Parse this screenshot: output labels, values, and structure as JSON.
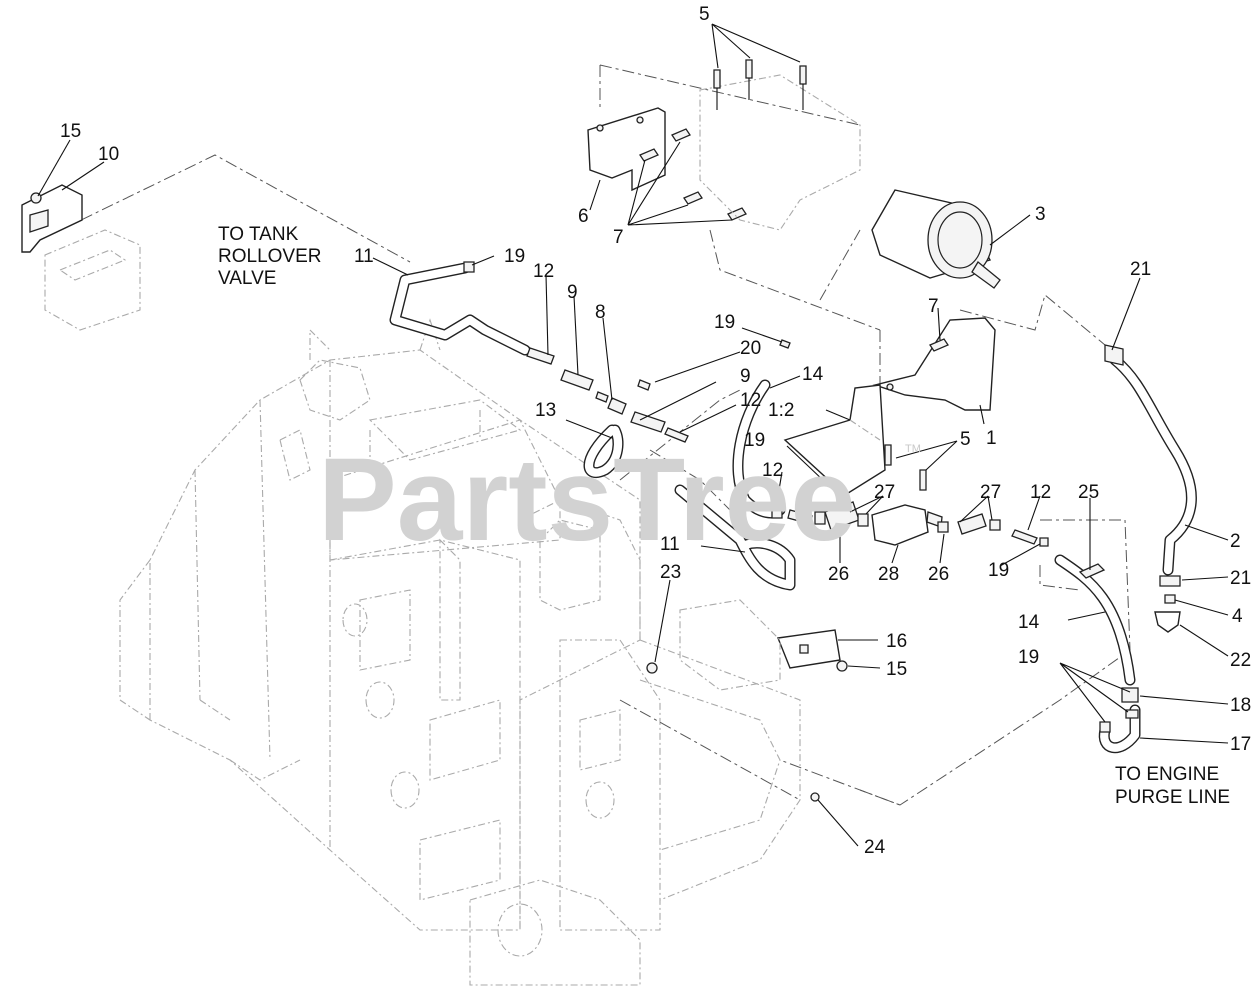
{
  "watermark": {
    "text": "PartsTree",
    "tm": "TM"
  },
  "notes": {
    "tank_rollover": [
      "TO TANK",
      "ROLLOVER",
      "VALVE"
    ],
    "engine_purge": [
      "TO ENGINE",
      "PURGE LINE"
    ]
  },
  "callouts": [
    {
      "id": "c5top",
      "text": "5"
    },
    {
      "id": "c15a",
      "text": "15"
    },
    {
      "id": "c10",
      "text": "10"
    },
    {
      "id": "c6",
      "text": "6"
    },
    {
      "id": "c7a",
      "text": "7"
    },
    {
      "id": "c3",
      "text": "3"
    },
    {
      "id": "c11a",
      "text": "11"
    },
    {
      "id": "c19a",
      "text": "19"
    },
    {
      "id": "c12a",
      "text": "12"
    },
    {
      "id": "c9a",
      "text": "9"
    },
    {
      "id": "c8",
      "text": "8"
    },
    {
      "id": "c21a",
      "text": "21"
    },
    {
      "id": "c7b",
      "text": "7"
    },
    {
      "id": "c19b",
      "text": "19"
    },
    {
      "id": "c20",
      "text": "20"
    },
    {
      "id": "c14a",
      "text": "14"
    },
    {
      "id": "c9b",
      "text": "9"
    },
    {
      "id": "c13",
      "text": "13"
    },
    {
      "id": "c12b",
      "text": "12"
    },
    {
      "id": "c1_2",
      "text": "1:2"
    },
    {
      "id": "c1",
      "text": "1"
    },
    {
      "id": "c19c",
      "text": "19"
    },
    {
      "id": "c5b",
      "text": "5"
    },
    {
      "id": "c12c",
      "text": "12"
    },
    {
      "id": "c27a",
      "text": "27"
    },
    {
      "id": "c27b",
      "text": "27"
    },
    {
      "id": "c12d",
      "text": "12"
    },
    {
      "id": "c25",
      "text": "25"
    },
    {
      "id": "c2",
      "text": "2"
    },
    {
      "id": "c11b",
      "text": "11"
    },
    {
      "id": "c26a",
      "text": "26"
    },
    {
      "id": "c28",
      "text": "28"
    },
    {
      "id": "c26b",
      "text": "26"
    },
    {
      "id": "c19d",
      "text": "19"
    },
    {
      "id": "c21b",
      "text": "21"
    },
    {
      "id": "c23",
      "text": "23"
    },
    {
      "id": "c4",
      "text": "4"
    },
    {
      "id": "c14b",
      "text": "14"
    },
    {
      "id": "c22",
      "text": "22"
    },
    {
      "id": "c16",
      "text": "16"
    },
    {
      "id": "c15b",
      "text": "15"
    },
    {
      "id": "c19e",
      "text": "19"
    },
    {
      "id": "c18",
      "text": "18"
    },
    {
      "id": "c17",
      "text": "17"
    },
    {
      "id": "c24",
      "text": "24"
    }
  ]
}
